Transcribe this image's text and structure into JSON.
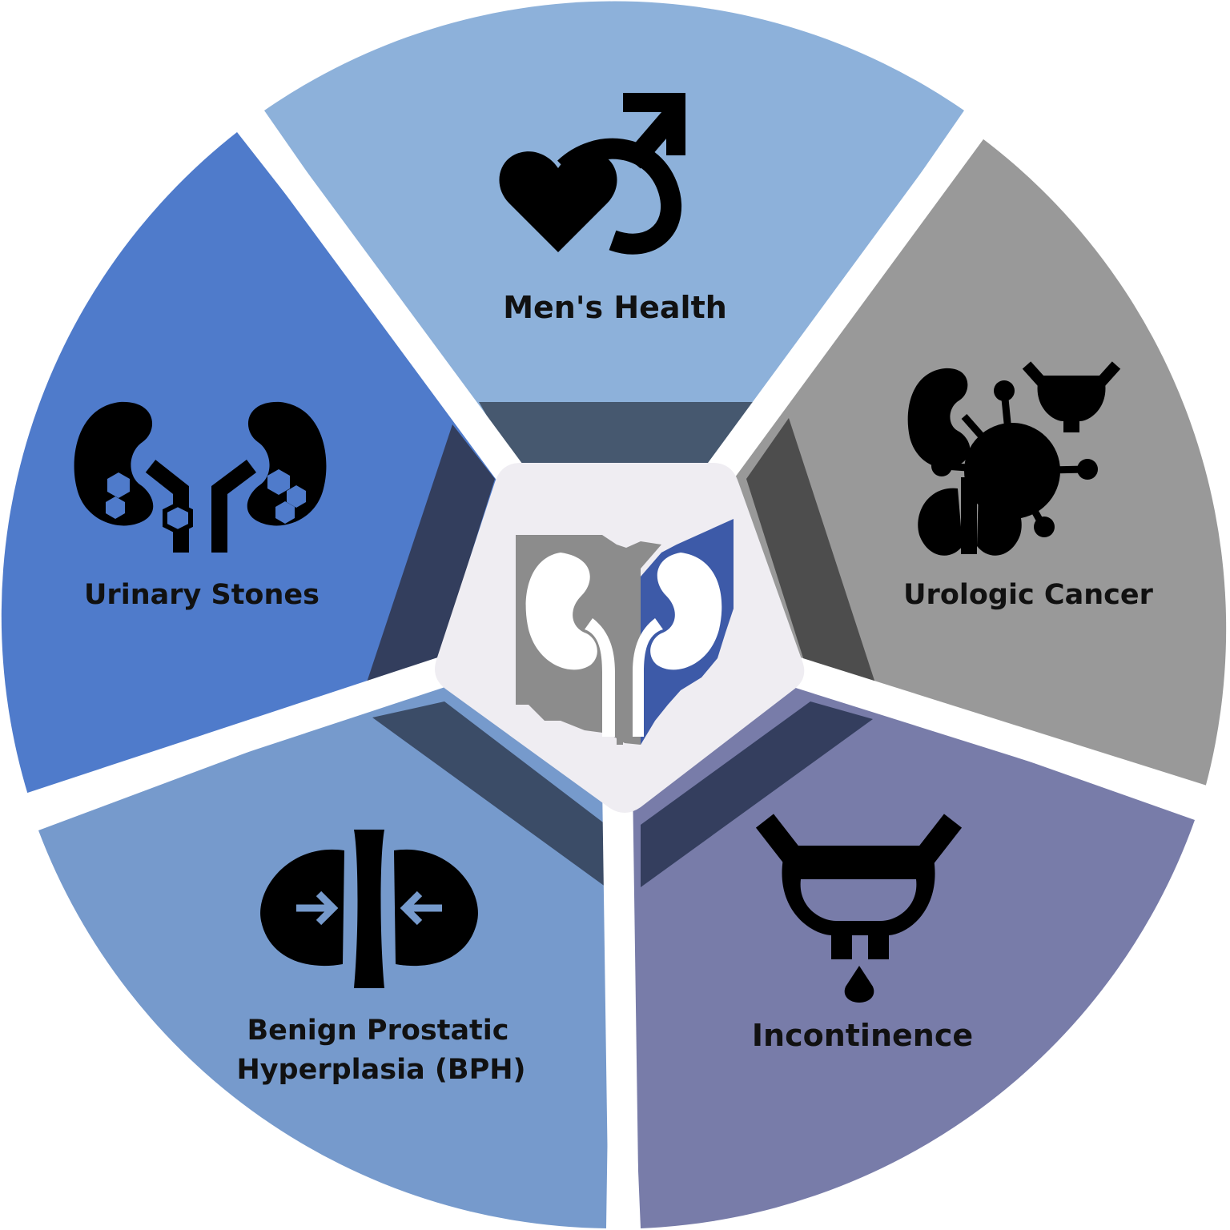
{
  "segments": [
    {
      "id": "mens-health",
      "label": "Men's Health",
      "color": "#8db1da",
      "inner_color": "#46586f",
      "icon": "male-heart-icon"
    },
    {
      "id": "urologic-cancer",
      "label": "Urologic Cancer",
      "color": "#999999",
      "inner_color": "#4d4d4d",
      "icon": "cancer-organs-icon"
    },
    {
      "id": "incontinence",
      "label": "Incontinence",
      "color": "#787ca9",
      "inner_color": "#343e5e",
      "icon": "bladder-drop-icon"
    },
    {
      "id": "bph",
      "label_line1": "Benign Prostatic",
      "label_line2": "Hyperplasia (BPH)",
      "color": "#769acc",
      "inner_color": "#3b4c67",
      "icon": "prostate-compress-icon"
    },
    {
      "id": "urinary-stones",
      "label": "Urinary Stones",
      "color": "#4f7bcb",
      "inner_color": "#333e5d",
      "icon": "kidney-stones-icon"
    }
  ],
  "center": {
    "color": "#efedf2",
    "logo": "ohio-kidney-logo-icon"
  },
  "colors": {
    "icon": "#000000",
    "gap": "#ffffff",
    "logo_grey": "#8c8c8c",
    "logo_blue": "#3d5aa8"
  }
}
